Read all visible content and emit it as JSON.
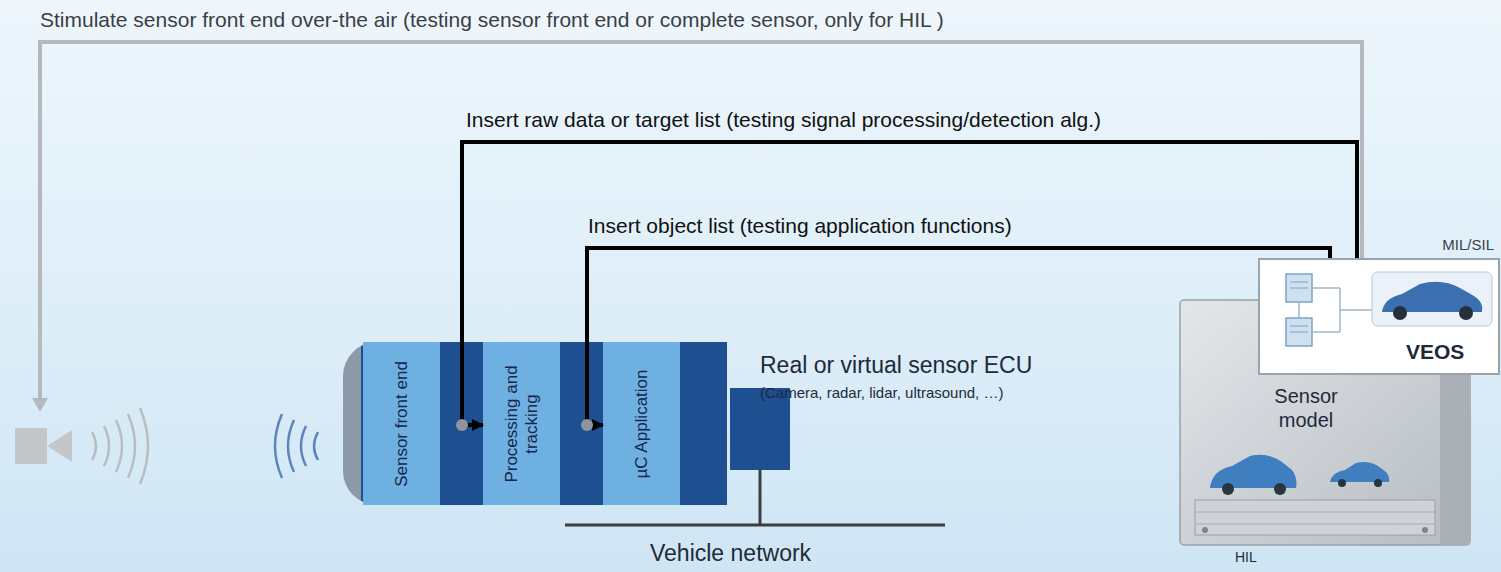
{
  "diagram": {
    "nodes": [
      {
        "text": [
          "Real or virtual sensor ECU",
          "(Camera, radar, lidar, ultrasound, …)"
        ]
      },
      {
        "text": [
          "Sensor front end"
        ],
        "in": 0
      },
      {
        "text": [
          "Processing and tracking"
        ],
        "in": 0
      },
      {
        "text": [
          "µC Application"
        ],
        "in": 0
      },
      {
        "text": [
          "MIL/SIL",
          "VEOS"
        ]
      },
      {
        "text": [
          "Sensor model",
          "HIL"
        ]
      }
    ],
    "edges": [
      {
        "from": 4,
        "to": 2,
        "arrow": "to",
        "label": "Insert raw data or target list (testing signal processing/detection alg.)"
      },
      {
        "from": 4,
        "to": 3,
        "arrow": "to",
        "label": "Insert object list (testing application functions)"
      }
    ],
    "labels": [
      "Stimulate sensor front end over-the air (testing sensor front end or complete sensor, only for HIL )",
      "Vehicle network"
    ]
  }
}
